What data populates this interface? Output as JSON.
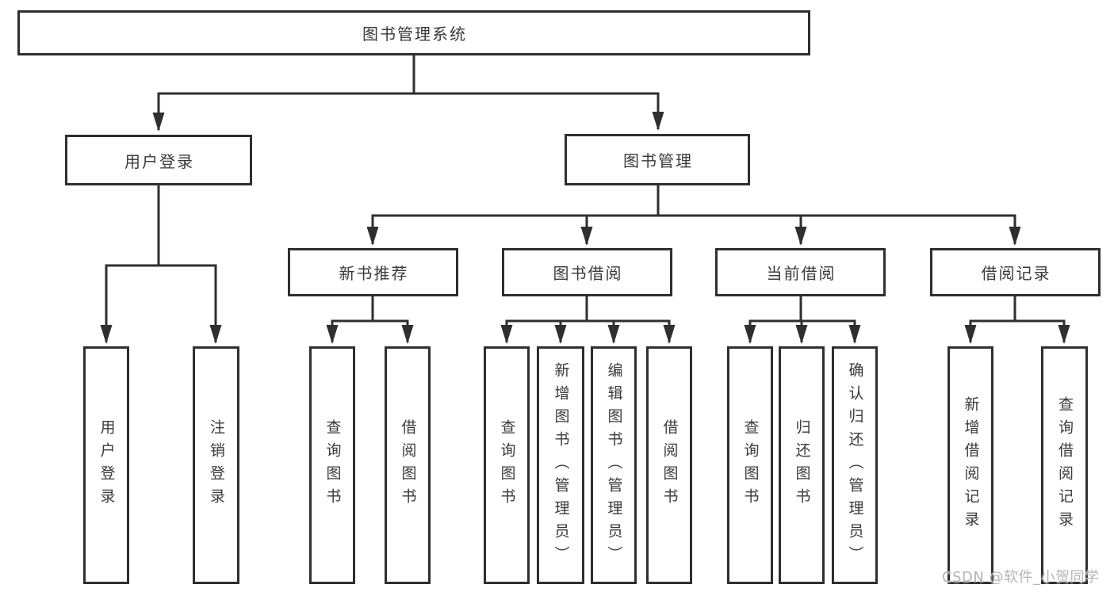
{
  "tree": {
    "label": "图书管理系统",
    "children": [
      {
        "label": "用户登录",
        "children": [
          {
            "label": "用户登录"
          },
          {
            "label": "注销登录"
          }
        ]
      },
      {
        "label": "图书管理",
        "children": [
          {
            "label": "新书推荐",
            "children": [
              {
                "label": "查询图书"
              },
              {
                "label": "借阅图书"
              }
            ]
          },
          {
            "label": "图书借阅",
            "children": [
              {
                "label": "查询图书"
              },
              {
                "label": "新增图书（管理员）"
              },
              {
                "label": "编辑图书（管理员）"
              },
              {
                "label": "借阅图书"
              }
            ]
          },
          {
            "label": "当前借阅",
            "children": [
              {
                "label": "查询图书"
              },
              {
                "label": "归还图书"
              },
              {
                "label": "确认归还（管理员）"
              }
            ]
          },
          {
            "label": "借阅记录",
            "children": [
              {
                "label": "新增借阅记录"
              },
              {
                "label": "查询借阅记录"
              }
            ]
          }
        ]
      }
    ]
  },
  "watermark": {
    "text": "CSDN @软件_小贺同学"
  },
  "colors": {
    "line": "#2f2f2f",
    "text": "#3a3a3a",
    "watermark": "#b5b5b5",
    "background": "#ffffff"
  }
}
